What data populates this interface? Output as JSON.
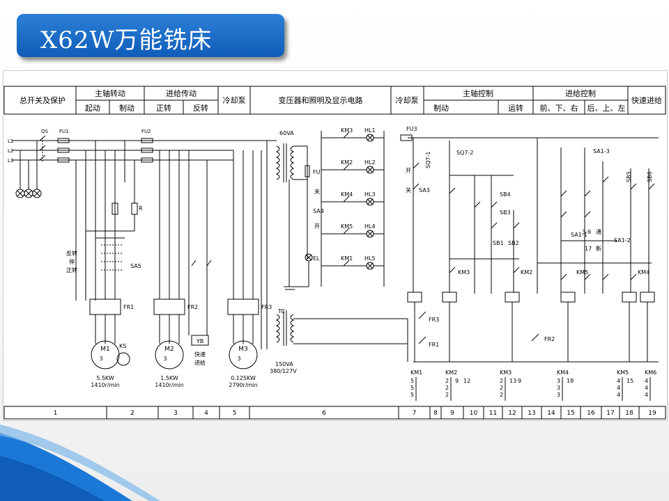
{
  "title": "X62W万能铣床",
  "header": {
    "top": [
      "总开关及保护",
      "主轴转动",
      "进给传动",
      "冷却泵",
      "变压器和照明及显示电路",
      "冷却泵",
      "主轴控制",
      "进给控制",
      "快速进给"
    ],
    "sub": [
      "起动",
      "制动",
      "正转",
      "反转",
      "制动",
      "运转",
      "前、下、右",
      "后、上、左"
    ]
  },
  "zones": [
    "1",
    "2",
    "3",
    "4",
    "5",
    "6",
    "7",
    "8",
    "9",
    "10",
    "11",
    "12",
    "13",
    "14",
    "15",
    "16",
    "17",
    "18",
    "19"
  ],
  "power": {
    "lines": [
      "L1",
      "L2",
      "L3"
    ],
    "qs": "QS",
    "fu1": "FU1",
    "fu2": "FU2",
    "fu3": "FU3"
  },
  "motors": {
    "m1": {
      "name": "M1",
      "power": "5.5KW",
      "speed": "1410r/min",
      "ks": "KS"
    },
    "m2": {
      "name": "M2",
      "power": "1.5KW",
      "speed": "1410r/min"
    },
    "m3": {
      "name": "M3",
      "power": "0.125KW",
      "speed": "2790r/min"
    }
  },
  "labels": {
    "fr1": "FR1",
    "fr2": "FR2",
    "fr3": "FR3",
    "yb": "YB",
    "quick": [
      "快速",
      "进给"
    ],
    "dir": [
      "反转",
      "停",
      "正转"
    ],
    "sa5": "SA5",
    "r": "R",
    "tc": "TC",
    "va60": "60VA",
    "va150": "150VA",
    "volt": "380/127V",
    "fu": "FU",
    "sa4": "SA4",
    "on": "开",
    "off": "关",
    "el": "EL",
    "sa3": "SA3",
    "sa1_3": "SA1-3",
    "sa1_1": "SA1-1",
    "sa1_2": "SA1-2",
    "pass": "通",
    "break": "断",
    "tong_num": "3-9",
    "duan_num": "17",
    "sq7_1": "SQ7-1",
    "sq7_2": "SQ7-2",
    "sb1": "SB1",
    "sb2": "SB2",
    "sb3": "SB3",
    "sb4": "SB4",
    "sb5": "SB5",
    "sb6": "SB6"
  },
  "lamps": [
    {
      "km": "KM3",
      "hl": "HL1"
    },
    {
      "km": "KM2",
      "hl": "HL2"
    },
    {
      "km": "KM4",
      "hl": "HL3"
    },
    {
      "km": "KM5",
      "hl": "HL4"
    },
    {
      "km": "KM1",
      "hl": "HL5"
    }
  ],
  "coils": [
    "KM3",
    "KM2",
    "KM5",
    "KM4"
  ],
  "contact_table": [
    {
      "km": "KM1",
      "left": [
        "5",
        "5",
        "5"
      ],
      "right": []
    },
    {
      "km": "KM2",
      "left": [
        "2",
        "2",
        "2"
      ],
      "right": [
        "9",
        "12"
      ]
    },
    {
      "km": "KM3",
      "left": [
        "2",
        "2",
        "2"
      ],
      "right": [
        "13",
        "9"
      ]
    },
    {
      "km": "KM4",
      "left": [
        "3",
        "3",
        "3"
      ],
      "right": [
        "18"
      ]
    },
    {
      "km": "KM5",
      "left": [
        "4",
        "4",
        "4"
      ],
      "right": [
        "15"
      ]
    },
    {
      "km": "KM6",
      "left": [
        "4",
        "4",
        "4"
      ],
      "right": []
    }
  ],
  "colors": {
    "title_bg": "#1a6fcf",
    "accent": "#0f5db8",
    "line": "#000000"
  }
}
